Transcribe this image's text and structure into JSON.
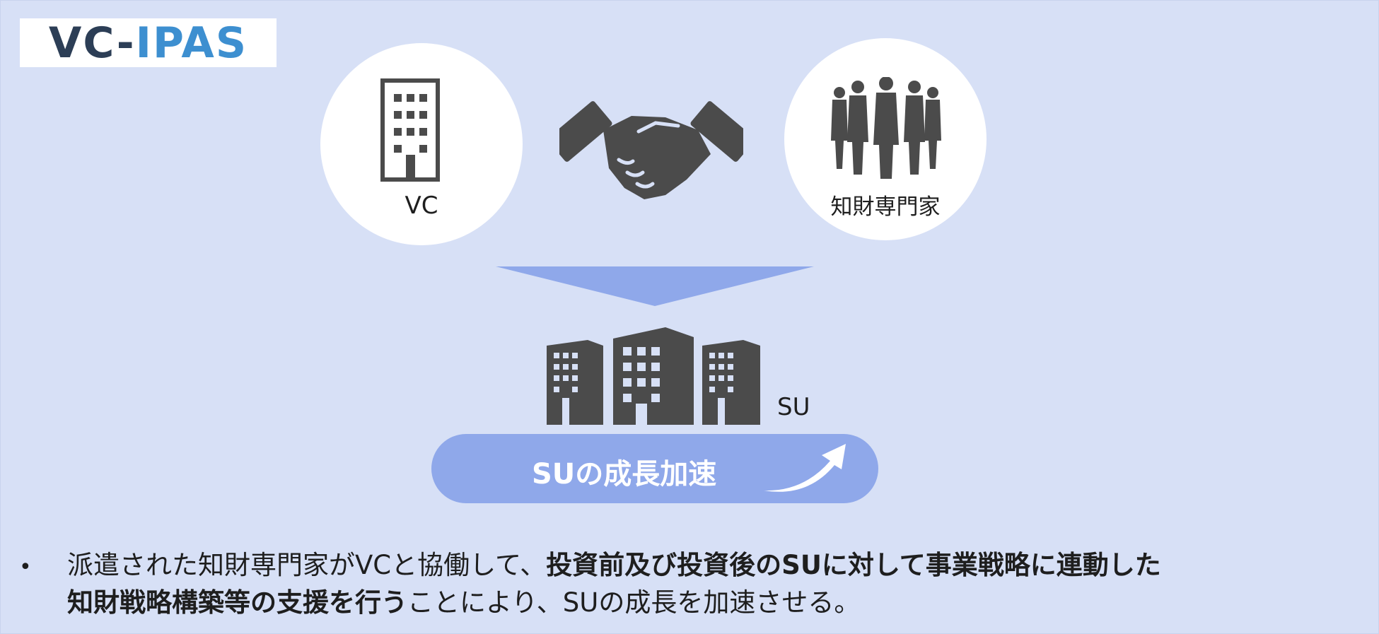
{
  "logo": {
    "part1": "VC-",
    "part2": "IPAS"
  },
  "vc_label": "VC",
  "expert_label": "知財専門家",
  "su_label": "SU",
  "pill_text": "SUの成長加速",
  "bullet": "•",
  "description": {
    "line1_normal": "派遣された知財専門家がVCと協働して、",
    "line1_bold": "投資前及び投資後のSUに対して事業戦略に連動した",
    "line2_bold": "知財戦略構築等の支援を行う",
    "line2_normal": "ことにより、SUの成長を加速させる。"
  },
  "colors": {
    "background": "#d7e0f6",
    "accent_blue": "#8fa8ea",
    "icon_gray": "#4b4b4b",
    "logo_dark": "#2c3e56",
    "logo_blue": "#3d8fd0"
  }
}
